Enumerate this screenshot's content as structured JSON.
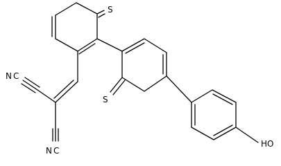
{
  "atom_labels": {
    "s_top": "S",
    "s_mid": "S",
    "n_upper": "N",
    "n_upper_c": "C",
    "n_lower": "N",
    "n_lower_c": "C",
    "hydroxyl": "HO"
  },
  "colors": {
    "bond": "#000000",
    "text": "#000000",
    "background": "#ffffff"
  }
}
